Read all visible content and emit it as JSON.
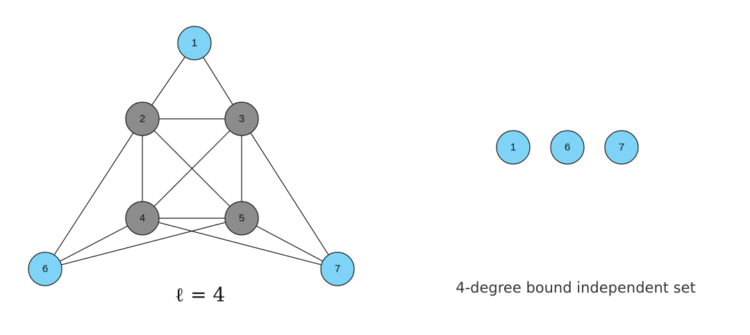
{
  "colors": {
    "selected": "#7FD3F7",
    "other": "#8C8C8C",
    "stroke": "#1a1a1a",
    "background": "#FFFFFF"
  },
  "graph": {
    "nodes": [
      {
        "id": "1",
        "label": "1",
        "group": "selected"
      },
      {
        "id": "2",
        "label": "2",
        "group": "other"
      },
      {
        "id": "3",
        "label": "3",
        "group": "other"
      },
      {
        "id": "4",
        "label": "4",
        "group": "other"
      },
      {
        "id": "5",
        "label": "5",
        "group": "other"
      },
      {
        "id": "6",
        "label": "6",
        "group": "selected"
      },
      {
        "id": "7",
        "label": "7",
        "group": "selected"
      }
    ],
    "edges": [
      [
        "1",
        "2"
      ],
      [
        "1",
        "3"
      ],
      [
        "2",
        "3"
      ],
      [
        "2",
        "4"
      ],
      [
        "2",
        "5"
      ],
      [
        "2",
        "6"
      ],
      [
        "3",
        "4"
      ],
      [
        "3",
        "5"
      ],
      [
        "3",
        "7"
      ],
      [
        "4",
        "5"
      ],
      [
        "4",
        "6"
      ],
      [
        "4",
        "7"
      ],
      [
        "5",
        "6"
      ],
      [
        "5",
        "7"
      ]
    ],
    "parameter_label": "ℓ = 4"
  },
  "independent_set": {
    "nodes": [
      "1",
      "6",
      "7"
    ],
    "caption": "4-degree bound independent set"
  }
}
